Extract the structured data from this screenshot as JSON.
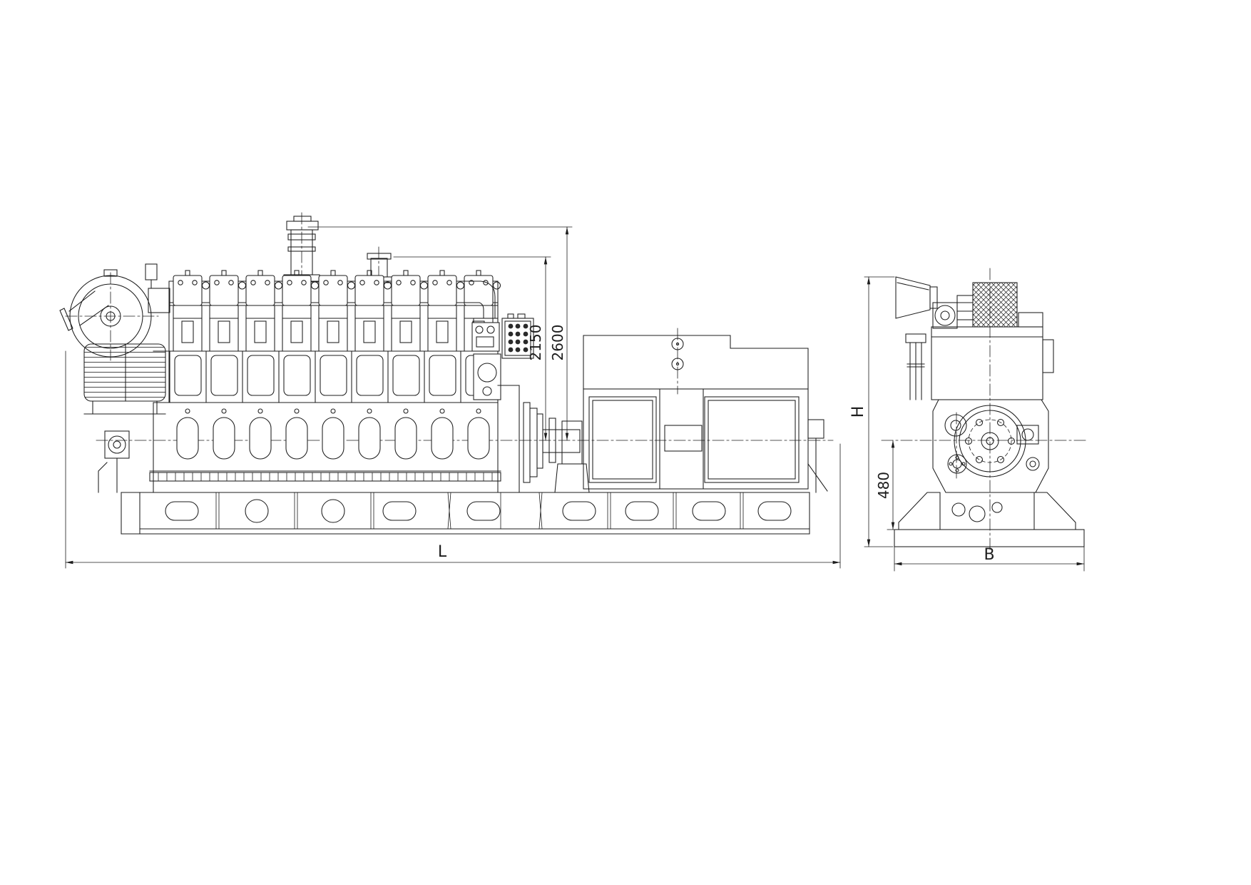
{
  "page": {
    "background": "#ffffff"
  },
  "drawing": {
    "line_color": "#1c1c1c",
    "dimension_labels": {
      "aux_stack_height": "2150",
      "main_stack_height": "2600",
      "overall_length": "L",
      "overall_height": "H",
      "overall_width": "B",
      "crankshaft_center_height": "480"
    }
  }
}
